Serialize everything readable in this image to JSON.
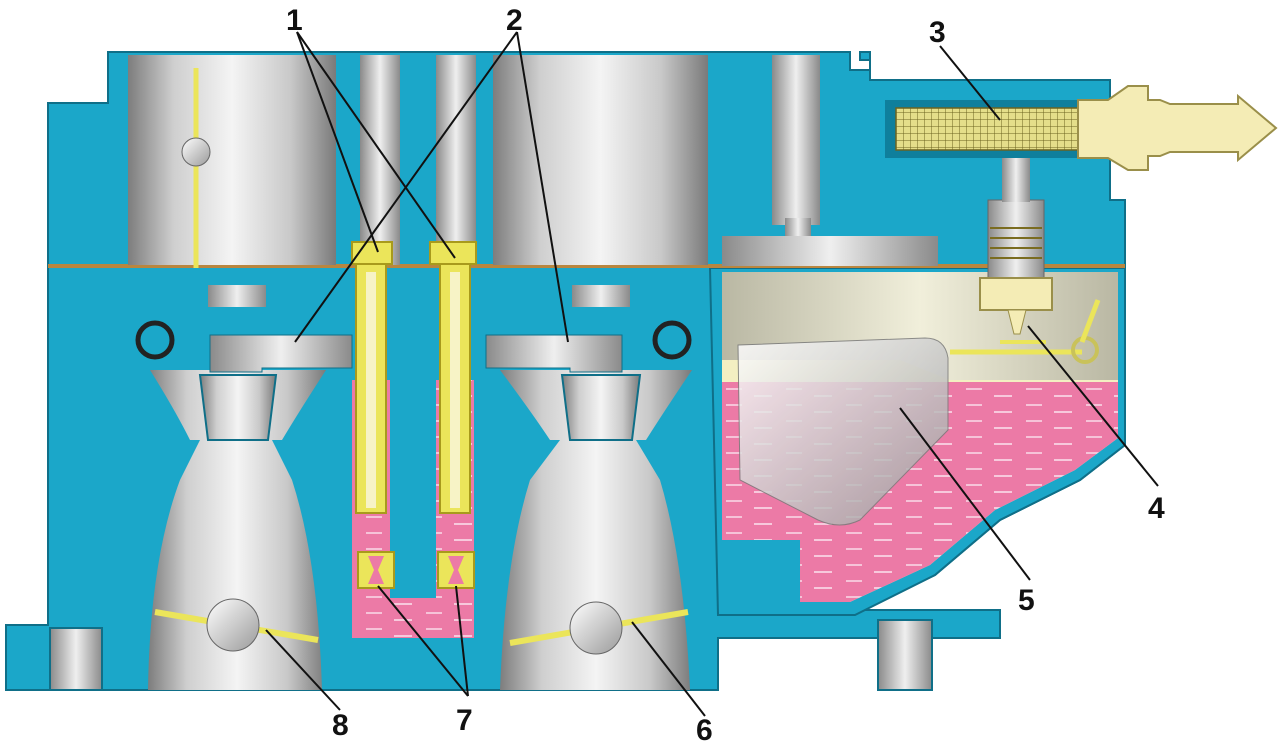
{
  "colors": {
    "body": "#1ba7c9",
    "body_dark": "#0f7f9c",
    "bore_light": "#e6e6e6",
    "bore_dark": "#8c8c8c",
    "fuel": "#ec7aa6",
    "fuel_dash": "#fbe3ee",
    "air_cream": "#f3efc2",
    "brass": "#ebe55a",
    "brass_dark": "#a89a1c",
    "gasket": "#b9863f",
    "fitting": "#f4ecb5"
  },
  "callouts": [
    {
      "id": "1",
      "text": "1"
    },
    {
      "id": "2",
      "text": "2"
    },
    {
      "id": "3",
      "text": "3"
    },
    {
      "id": "4",
      "text": "4"
    },
    {
      "id": "5",
      "text": "5"
    },
    {
      "id": "6",
      "text": "6"
    },
    {
      "id": "7",
      "text": "7"
    },
    {
      "id": "8",
      "text": "8"
    }
  ]
}
